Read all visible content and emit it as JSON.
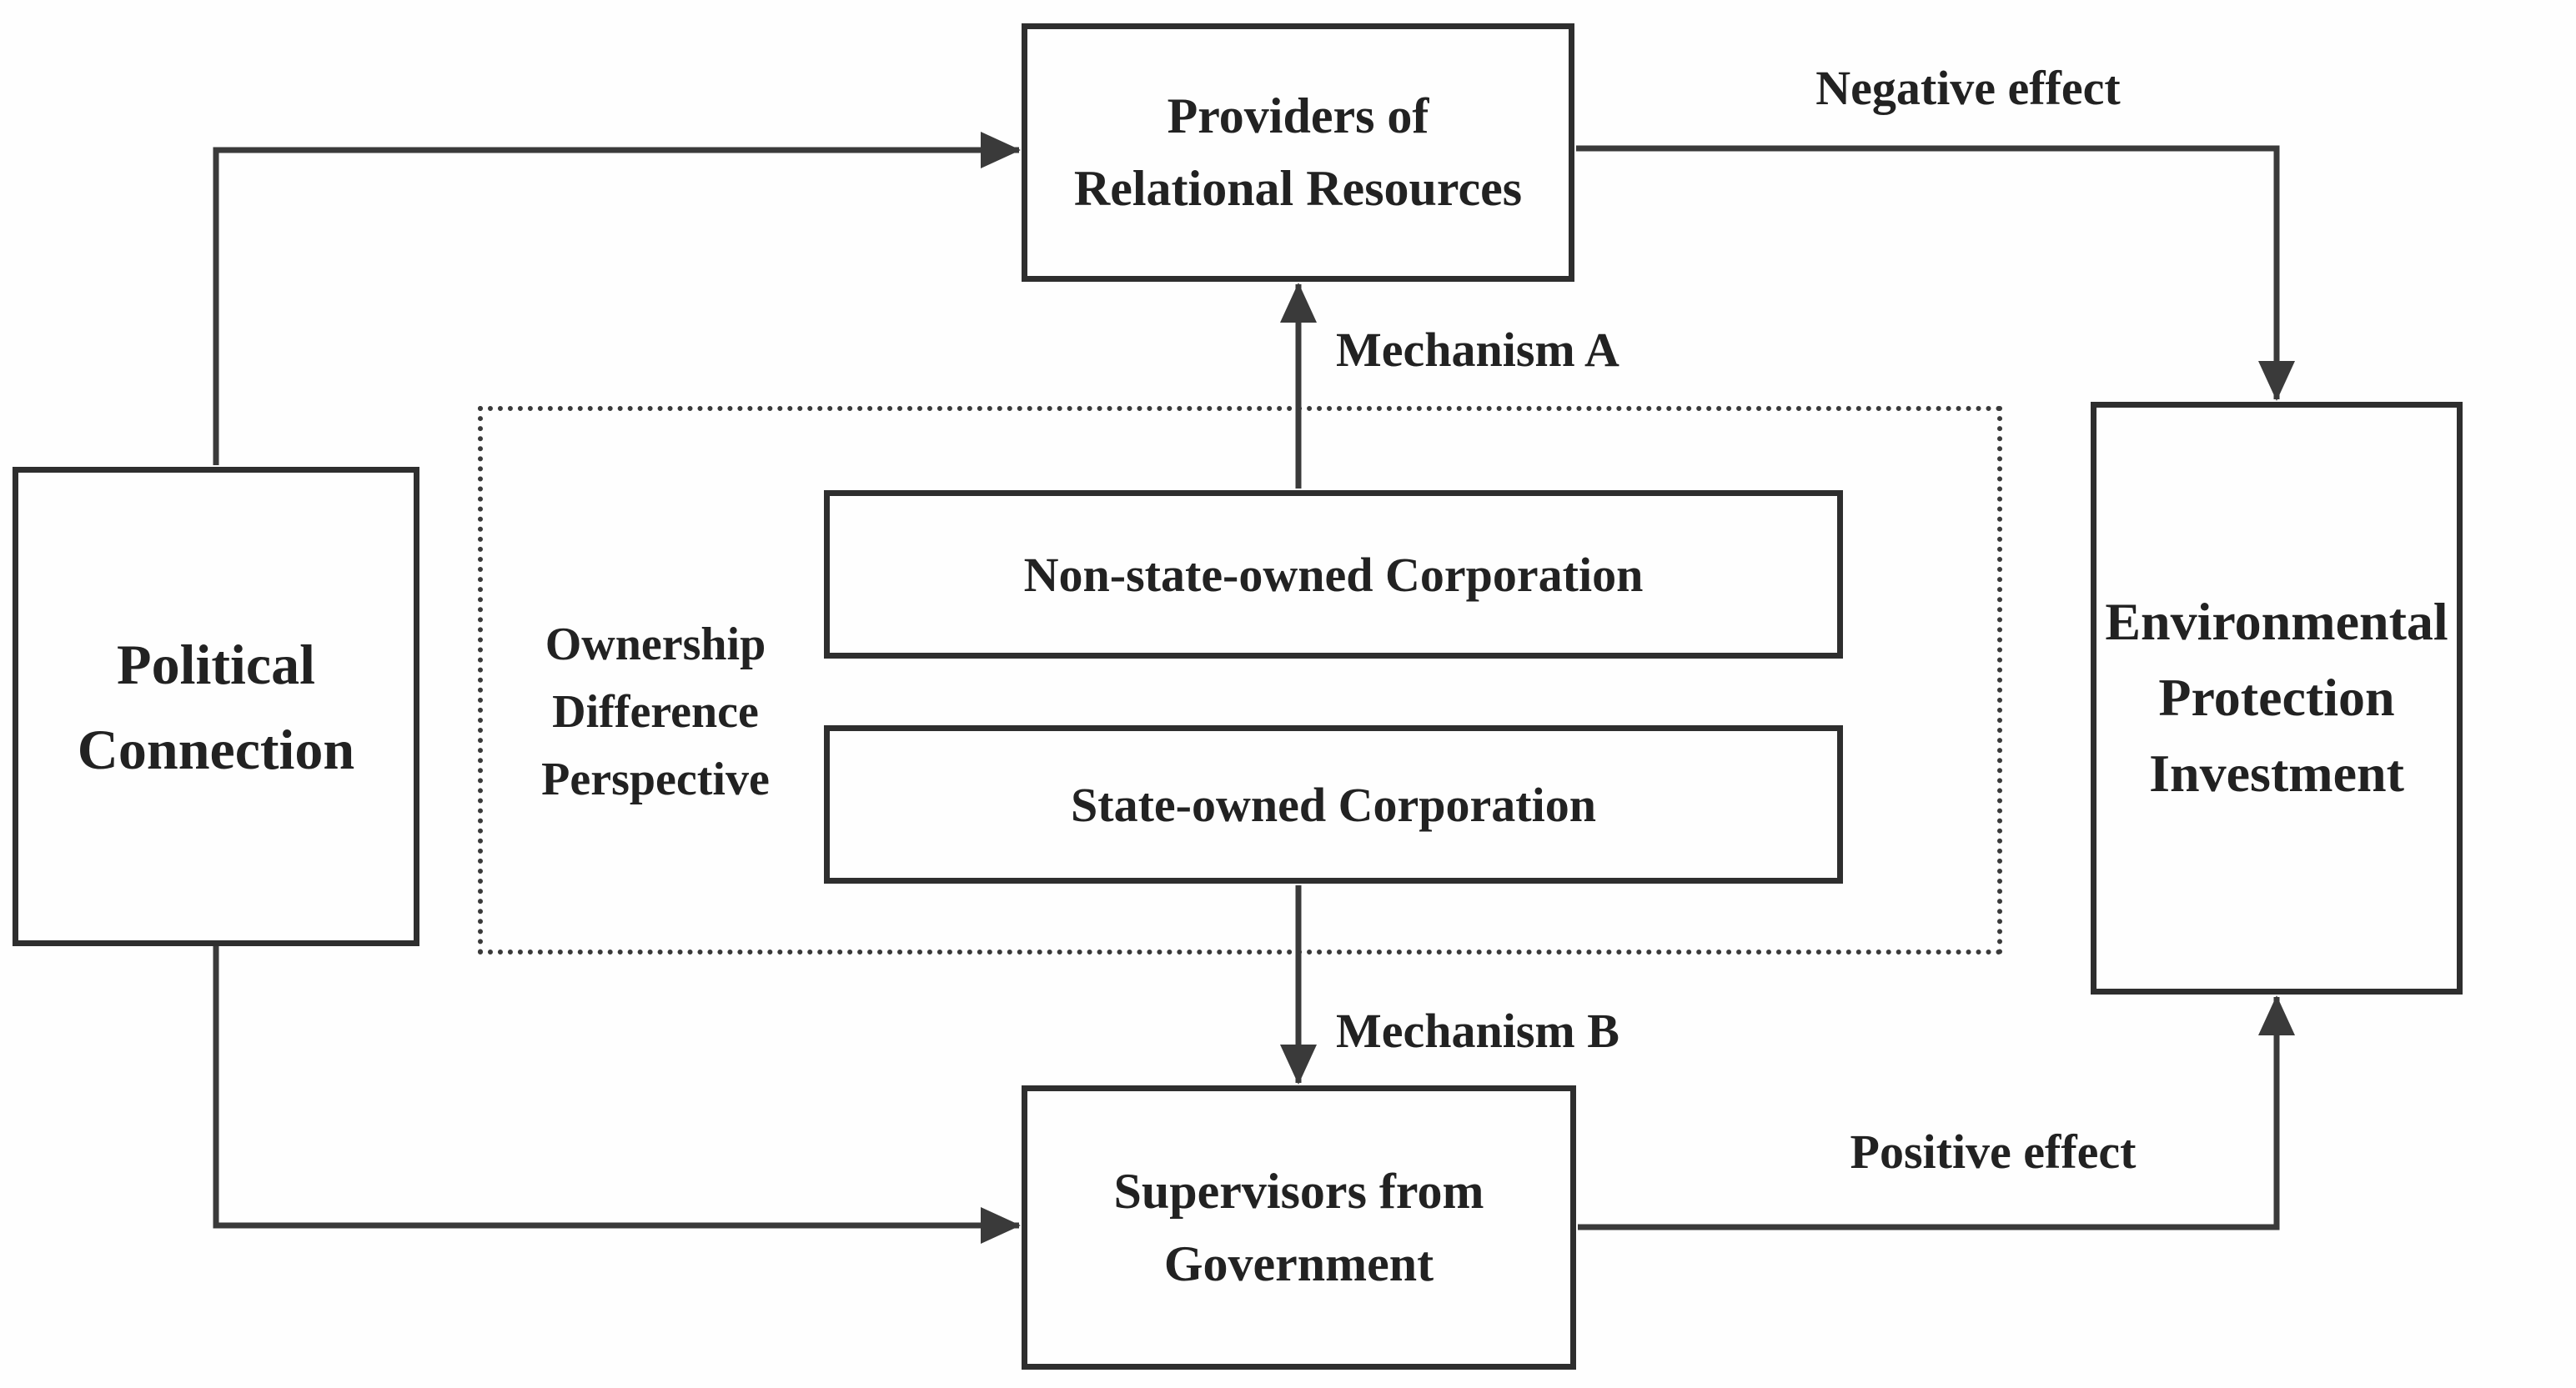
{
  "diagram": {
    "nodes": {
      "providers": {
        "lines": [
          "Providers of",
          "Relational Resources"
        ]
      },
      "political": {
        "lines": [
          "Political",
          "Connection"
        ]
      },
      "environmental": {
        "lines": [
          "Environmental",
          "Protection",
          "Investment"
        ]
      },
      "supervisors": {
        "lines": [
          "Supervisors from",
          "Government"
        ]
      },
      "non_state": {
        "label": "Non-state-owned Corporation"
      },
      "state": {
        "label": "State-owned Corporation"
      },
      "ownership_group": {
        "lines": [
          "Ownership",
          "Difference",
          "Perspective"
        ]
      }
    },
    "edges": {
      "negative": {
        "label": "Negative effect"
      },
      "positive": {
        "label": "Positive effect"
      },
      "mechanism_a": {
        "label": "Mechanism A"
      },
      "mechanism_b": {
        "label": "Mechanism B"
      }
    },
    "colors": {
      "line": "#3a3a3a",
      "box_border": "#2e2e2e",
      "text": "#222222",
      "background": "#fefefe"
    }
  }
}
